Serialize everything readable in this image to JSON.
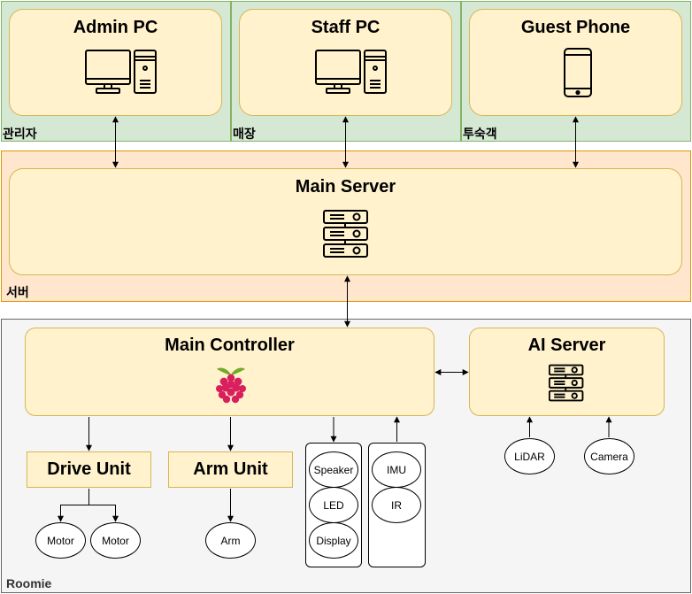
{
  "zones": {
    "admin_label": "관리자",
    "store_label": "매장",
    "guest_label": "투숙객",
    "server_label": "서버",
    "robot_label": "Roomie"
  },
  "nodes": {
    "admin_pc": "Admin PC",
    "staff_pc": "Staff PC",
    "guest_phone": "Guest Phone",
    "main_server": "Main Server",
    "main_controller": "Main Controller",
    "ai_server": "AI Server",
    "drive_unit": "Drive Unit",
    "arm_unit": "Arm Unit"
  },
  "devices": {
    "motor_left": "Motor",
    "motor_right": "Motor",
    "arm": "Arm",
    "speaker": "Speaker",
    "led": "LED",
    "display": "Display",
    "imu": "IMU",
    "ir": "IR",
    "lidar": "LiDAR",
    "camera": "Camera"
  },
  "icons": {
    "admin_pc": "desktop-computer-icon",
    "staff_pc": "desktop-computer-icon",
    "guest_phone": "smartphone-icon",
    "main_server": "server-rack-icon",
    "main_controller": "raspberry-pi-icon",
    "ai_server": "server-rack-icon"
  },
  "colors": {
    "client_zone": "#d5e8d4",
    "server_zone": "#ffe6cc",
    "robot_zone": "#f5f5f5",
    "node_fill": "#fff2cc",
    "node_border": "#d6b656",
    "raspberry": "#d91f5e",
    "leaf": "#75a928"
  }
}
